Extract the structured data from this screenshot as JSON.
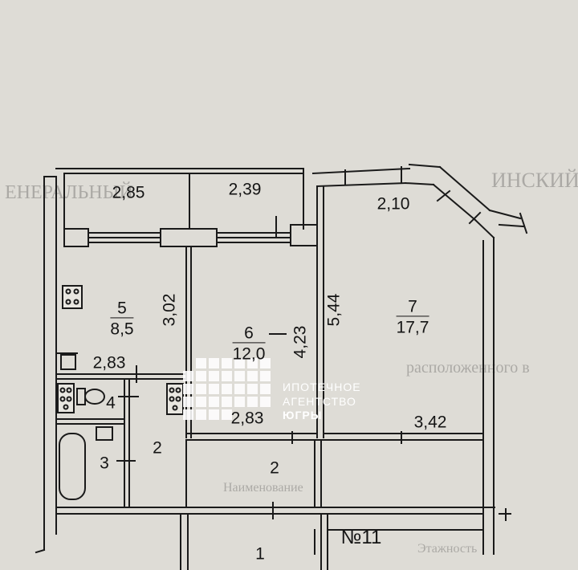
{
  "plan": {
    "apartment_number": "№11",
    "rooms": [
      {
        "id": "5",
        "area": "8,5"
      },
      {
        "id": "6",
        "area": "12,0"
      },
      {
        "id": "7",
        "area": "17,7"
      }
    ],
    "room_marks": [
      "4",
      "3",
      "2",
      "2",
      "1"
    ],
    "dimensions": [
      "2,85",
      "2,39",
      "2,10",
      "3,02",
      "4,23",
      "5,44",
      "2,83",
      "2,83",
      "3,42"
    ]
  },
  "background_text": [
    "ИНСКИЙ",
    "ЕНЕРАЛЬНЫЙ",
    "расположенного в",
    "Наименование",
    "Этажность"
  ],
  "watermark": {
    "line1": "ИПОТЕЧНОЕ",
    "line2": "АГЕНТСТВО",
    "line3": "ЮГРЫ"
  },
  "colors": {
    "paper": "#dedcd6",
    "ink": "#1a1a1a",
    "watermark": "#ffffff"
  }
}
